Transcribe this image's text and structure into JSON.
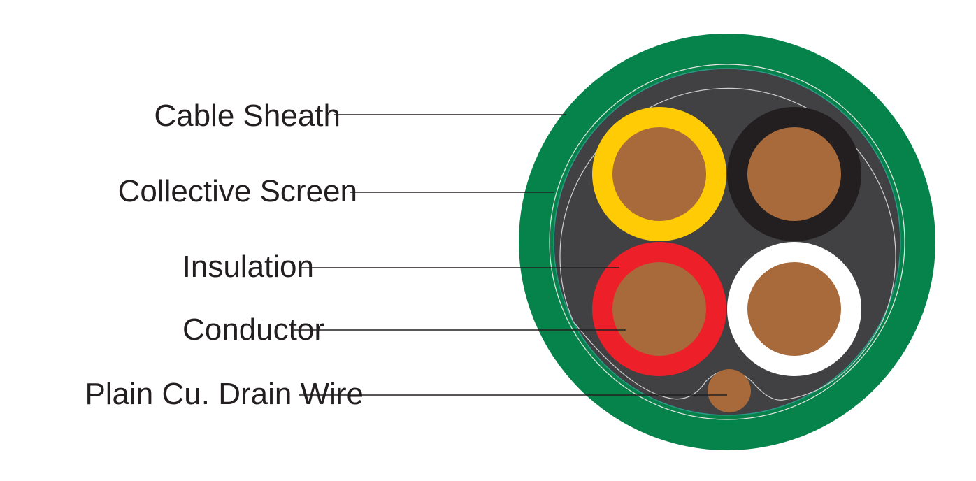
{
  "title": "Cable cross-section",
  "labels": {
    "sheath": "Cable Sheath",
    "screen": "Collective Screen",
    "insulation": "Insulation",
    "conductor": "Conductor",
    "drain": "Plain Cu. Drain Wire"
  },
  "colors": {
    "sheath": "#06834a",
    "fill": "#414042",
    "conductor": "#a86a3a",
    "core_yellow": "#ffcb05",
    "core_black": "#231f20",
    "core_red": "#ed1f29",
    "core_white": "#ffffff",
    "leader": "#231f20"
  }
}
